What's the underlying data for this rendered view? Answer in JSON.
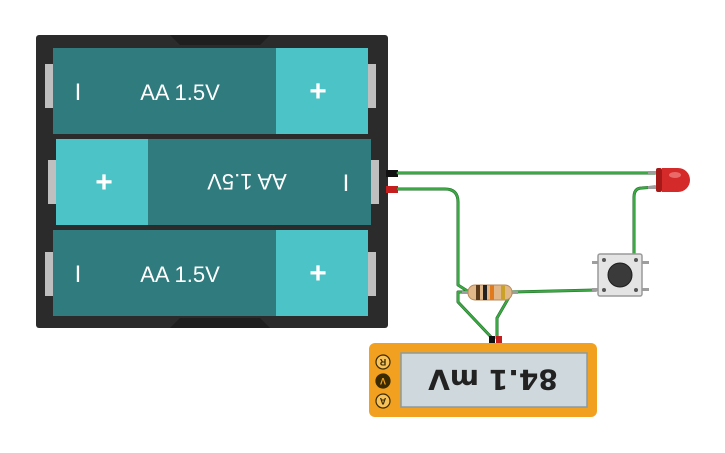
{
  "battery_pack": {
    "cells": [
      {
        "label": "AA 1.5V",
        "plus": "+",
        "minus": "I",
        "flipped": false
      },
      {
        "label": "AA 1.5V",
        "plus": "+",
        "minus": "I",
        "flipped": true
      },
      {
        "label": "AA 1.5V",
        "plus": "+",
        "minus": "I",
        "flipped": false
      }
    ]
  },
  "multimeter": {
    "reading": "84.1 mV",
    "modes": [
      "R",
      "V",
      "A"
    ],
    "selected_mode": "V"
  },
  "colors": {
    "holder": "#2b2b2b",
    "cell_body": "#2f7b7e",
    "cell_plus": "#4cc3c6",
    "wire": "#3aa843",
    "led": "#d42a2a",
    "multimeter": "#f2a020",
    "display": "#cfd8dc"
  }
}
